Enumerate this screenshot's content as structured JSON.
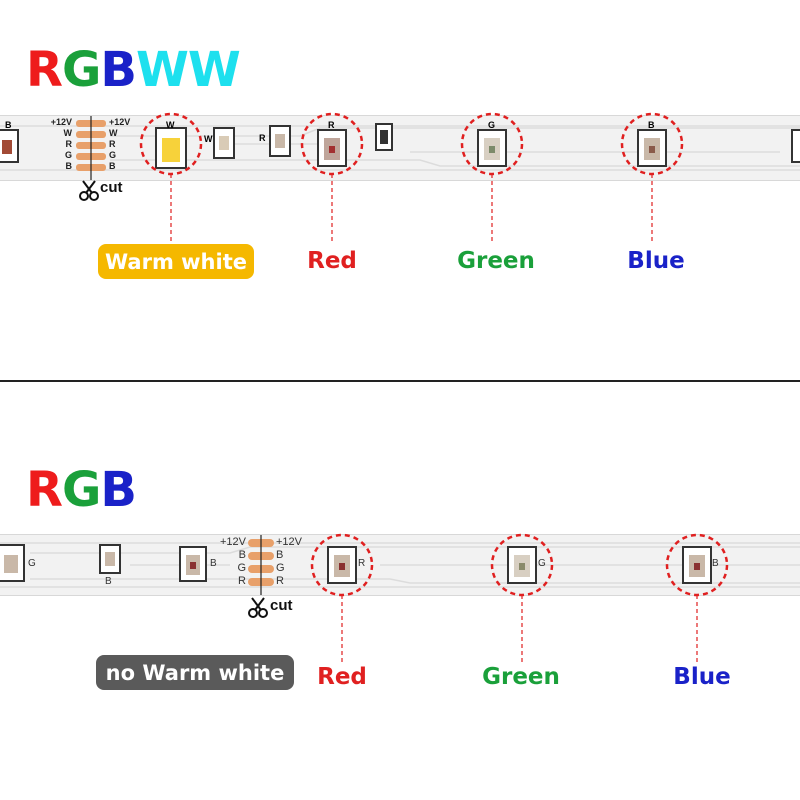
{
  "rgbww_section": {
    "title_letters": [
      {
        "char": "R",
        "color": "#ee1c1c"
      },
      {
        "char": "G",
        "color": "#1aa03a"
      },
      {
        "char": "B",
        "color": "#1a22c8"
      },
      {
        "char": "W",
        "color": "#1de0ee"
      },
      {
        "char": "W",
        "color": "#1de0ee"
      }
    ],
    "pads_left": [
      "+12V",
      "W",
      "R",
      "G",
      "B"
    ],
    "pads_right": [
      "+12V",
      "W",
      "R",
      "G",
      "B"
    ],
    "cut_label": "cut",
    "badge_label": "Warm white",
    "badge_color": "#f5b800",
    "chip_letters": [
      "B",
      "W",
      "W",
      "R",
      "R",
      "G",
      "B"
    ],
    "labels": [
      {
        "text": "Red",
        "color": "#e02020"
      },
      {
        "text": "Green",
        "color": "#1aa03a"
      },
      {
        "text": "Blue",
        "color": "#1a22c8"
      }
    ]
  },
  "rgb_section": {
    "title_letters": [
      {
        "char": "R",
        "color": "#ee1c1c"
      },
      {
        "char": "G",
        "color": "#1aa03a"
      },
      {
        "char": "B",
        "color": "#1a22c8"
      }
    ],
    "pads_left": [
      "+12V",
      "B",
      "G",
      "R"
    ],
    "pads_right": [
      "+12V",
      "B",
      "G",
      "R"
    ],
    "cut_label": "cut",
    "badge_label": "no Warm white",
    "badge_color": "#5a5a5a",
    "chip_letters": [
      "G",
      "B",
      "B",
      "R",
      "G",
      "B"
    ],
    "labels": [
      {
        "text": "Red",
        "color": "#e02020"
      },
      {
        "text": "Green",
        "color": "#1aa03a"
      },
      {
        "text": "Blue",
        "color": "#1a22c8"
      }
    ]
  },
  "colors": {
    "highlight_circle": "#e02020",
    "pad_copper": "#e8a06a",
    "warm_led": "#f7d23a"
  },
  "icons": [
    "scissors-icon"
  ]
}
